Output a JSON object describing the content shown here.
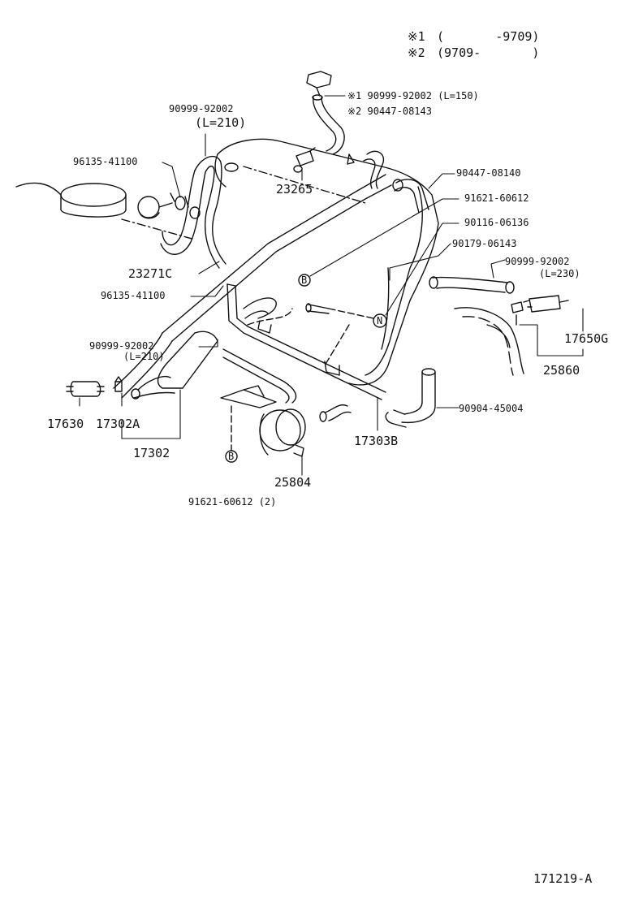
{
  "legend": [
    {
      "mark": "※1",
      "range": "(       -9709)"
    },
    {
      "mark": "※2",
      "range": "(9709-       )"
    }
  ],
  "parts": {
    "hose_top_1": "※1 90999-92002 (L=150)",
    "hose_top_2": "※2 90447-08143",
    "hose_left_code": "90999-92002",
    "hose_left_len": "(L=210)",
    "clip_upper": "96135-41100",
    "vsv_23265": "23265",
    "hose_90447": "90447-08140",
    "bolt_91621": "91621-60612",
    "stud_90116": "90116-06136",
    "clamp_90179": "90179-06143",
    "hose_right_code": "90999-92002",
    "hose_right_len": "(L=230)",
    "sensor_23271c": "23271C",
    "clip_lower": "96135-41100",
    "vsv_17650g": "17650G",
    "hose_mid_code": "90999-92002",
    "hose_mid_len": "(L=210)",
    "bracket_25860": "25860",
    "valve_17630": "17630",
    "clamp_17302a": "17302A",
    "pipe_17303b": "17303B",
    "hose_90904": "90904-45004",
    "assy_17302": "17302",
    "valve_25804": "25804",
    "bolt_bottom": "91621-60612 (2)"
  },
  "markers": {
    "b": "B",
    "n": "N"
  },
  "figure_id": "171219-A"
}
